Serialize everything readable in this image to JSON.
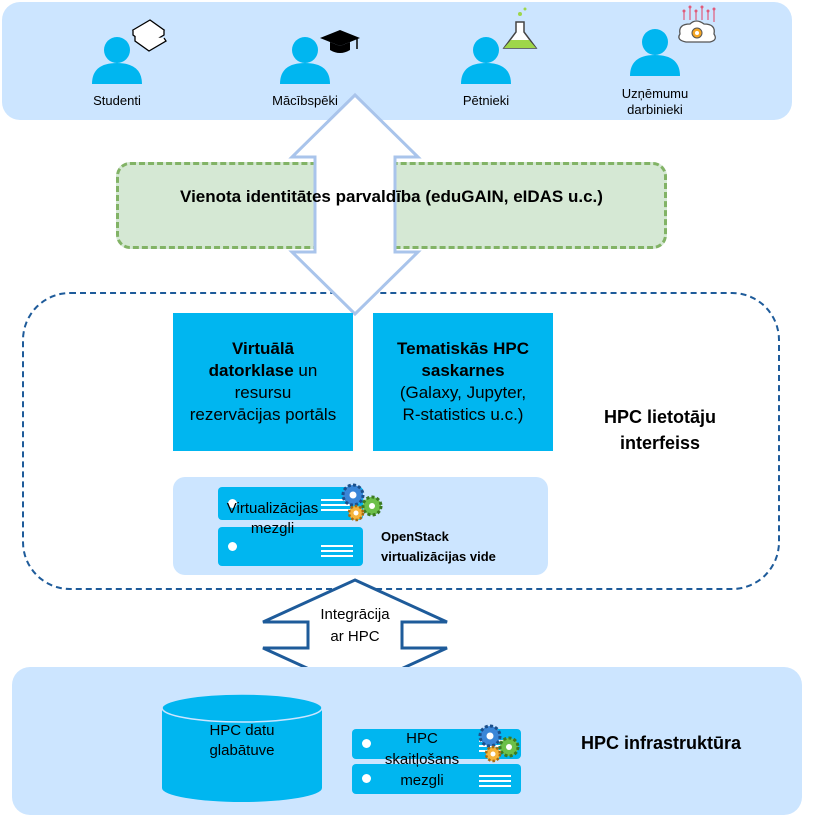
{
  "users": [
    {
      "label": "Studenti",
      "icon": "books-icon"
    },
    {
      "label": "Mācībspēki",
      "icon": "graduation-cap-icon"
    },
    {
      "label": "Pētnieki",
      "icon": "flask-icon"
    },
    {
      "label_line1": "Uzņēmumu",
      "label_line2": "darbinieki",
      "icon": "brain-gear-icon"
    }
  ],
  "identity": {
    "label": "Vienota identitātes parvaldība (eduGAIN, eIDAS u.c.)"
  },
  "interface": {
    "virtual_class": {
      "bold1": "Virtuālā",
      "bold2": "datorklase",
      "rest1": " un",
      "rest2": "resursu",
      "rest3": "rezervācijas portāls"
    },
    "thematic": {
      "bold1": "Tematiskās HPC",
      "bold2": "saskarnes",
      "rest1": "(Galaxy, Jupyter,",
      "rest2": "R-statistics u.c.)"
    },
    "virt_nodes": {
      "line1": "Virtualizācijas",
      "line2": "mezgli"
    },
    "openstack": {
      "line1": "OpenStack",
      "line2": "virtualizācijas vide"
    },
    "title_line1": "HPC lietotāju",
    "title_line2": "interfeiss"
  },
  "integration": {
    "line1": "Integrācija",
    "line2": "ar HPC"
  },
  "infrastructure": {
    "storage_line1": "HPC datu",
    "storage_line2": "glabātuve",
    "compute_line1": "HPC",
    "compute_line2": "skaitļošans",
    "compute_line3": "mezgli",
    "title": "HPC infrastruktūra"
  },
  "colors": {
    "band": "#cce5ff",
    "box": "#00b6f0",
    "identity_fill": "#d5e8d4",
    "identity_border": "#82b366",
    "arrow_dark": "#1e5b9a",
    "arrow_light": "#a9c4eb"
  }
}
